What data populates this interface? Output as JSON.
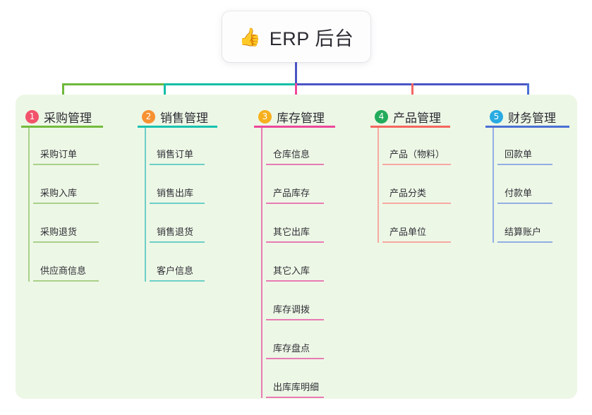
{
  "root": {
    "icon": "thumbs-up-icon",
    "icon_glyph": "👍",
    "title": "ERP 后台"
  },
  "panel": {
    "background": "#edf7e6"
  },
  "connector_colors": {
    "trunk": "#4a55c4",
    "segment_green": "#6eb93c",
    "segment_teal": "#13bfa6",
    "segment_blue": "#4a55c4",
    "drop_1": "#6eb93c",
    "drop_2": "#13bfa6",
    "drop_3": "#ec4899",
    "drop_4": "#f4665f",
    "drop_5": "#4a6fd4"
  },
  "columns": [
    {
      "number": "1",
      "title": "采购管理",
      "badge_color": "#f2536b",
      "rule_color": "#74bb3f",
      "leaf_rule_color": "#a9d18a",
      "spine_color": "#a9d18a",
      "items": [
        {
          "label": "采购订单"
        },
        {
          "label": "采购入库"
        },
        {
          "label": "采购退货"
        },
        {
          "label": "供应商信息"
        }
      ]
    },
    {
      "number": "2",
      "title": "销售管理",
      "badge_color": "#f79131",
      "rule_color": "#17c2b0",
      "leaf_rule_color": "#6ccfc6",
      "spine_color": "#6ccfc6",
      "items": [
        {
          "label": "销售订单"
        },
        {
          "label": "销售出库"
        },
        {
          "label": "销售退货"
        },
        {
          "label": "客户信息"
        }
      ]
    },
    {
      "number": "3",
      "title": "库存管理",
      "badge_color": "#f6b01e",
      "rule_color": "#ec4899",
      "leaf_rule_color": "#e87bb4",
      "spine_color": "#e87bb4",
      "items": [
        {
          "label": "仓库信息"
        },
        {
          "label": "产品库存"
        },
        {
          "label": "其它出库"
        },
        {
          "label": "其它入库"
        },
        {
          "label": "库存调拨"
        },
        {
          "label": "库存盘点"
        },
        {
          "label": "出库库明细"
        }
      ]
    },
    {
      "number": "4",
      "title": "产品管理",
      "badge_color": "#22ab5b",
      "rule_color": "#f4665f",
      "leaf_rule_color": "#f6a9a2",
      "spine_color": "#f6a9a2",
      "items": [
        {
          "label": "产品（物料）"
        },
        {
          "label": "产品分类"
        },
        {
          "label": "产品单位"
        }
      ]
    },
    {
      "number": "5",
      "title": "财务管理",
      "badge_color": "#29abe2",
      "rule_color": "#4a6fd4",
      "leaf_rule_color": "#93aee4",
      "spine_color": "#93aee4",
      "items": [
        {
          "label": "回款单"
        },
        {
          "label": "付款单"
        },
        {
          "label": "结算账户"
        }
      ]
    }
  ]
}
